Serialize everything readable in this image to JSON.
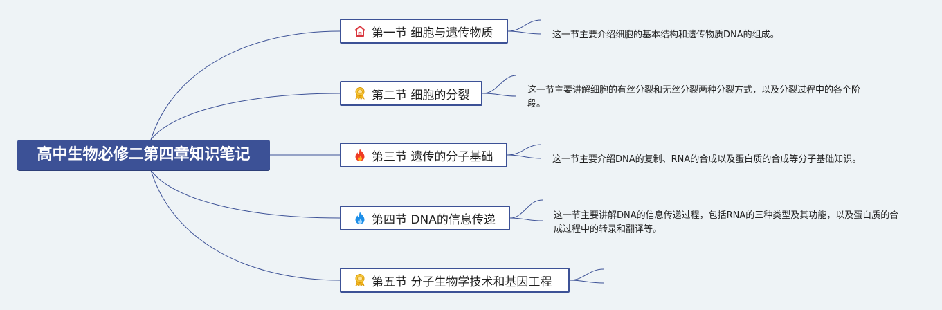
{
  "root": {
    "title": "高中生物必修二第四章知识笔记"
  },
  "sections": [
    {
      "title": "第一节 细胞与遗传物质",
      "icon": "home-icon",
      "note": "这一节主要介绍细胞的基本结构和遗传物质DNA的组成。"
    },
    {
      "title": "第二节 细胞的分裂",
      "icon": "award-ribbon-icon",
      "note": "这一节主要讲解细胞的有丝分裂和无丝分裂两种分裂方式，以及分裂过程中的各个阶段。"
    },
    {
      "title": "第三节 遗传的分子基础",
      "icon": "fire-icon",
      "note": "这一节主要介绍DNA的复制、RNA的合成以及蛋白质的合成等分子基础知识。"
    },
    {
      "title": "第四节 DNA的信息传递",
      "icon": "blue-flame-icon",
      "note": "这一节主要讲解DNA的信息传递过程，包括RNA的三种类型及其功能，以及蛋白质的合成过程中的转录和翻译等。"
    },
    {
      "title": "第五节 分子生物学技术和基因工程",
      "icon": "award-ribbon-icon",
      "note": ""
    }
  ],
  "colors": {
    "root_fill": "#3c5196",
    "node_border": "#3c5196",
    "connector": "#3c5196",
    "background": "#eef3f6"
  }
}
